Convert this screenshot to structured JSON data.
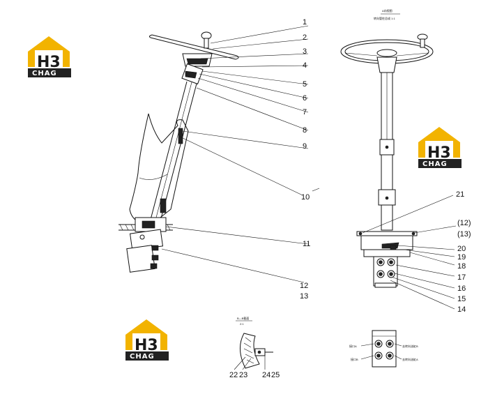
{
  "logo": {
    "mark": "H3",
    "text": "CHAG"
  },
  "side_labels": [
    "1",
    "2",
    "3",
    "4",
    "5",
    "6",
    "7",
    "8",
    "9",
    "10",
    "11",
    "12",
    "13"
  ],
  "front_labels": [
    "21",
    "(12)",
    "(13)",
    "20",
    "19",
    "18",
    "17",
    "16",
    "15",
    "14"
  ],
  "front_header": [
    "A向视图",
    "转向管柱总成 1:1"
  ],
  "detail_header": [
    "B—B截面",
    "2:1"
  ],
  "detail_labels": [
    "22",
    "23",
    "24",
    "25"
  ],
  "bottom_view_labels": [
    "接口A",
    "去转向油缸B",
    "接口B",
    "去转向油缸A"
  ]
}
